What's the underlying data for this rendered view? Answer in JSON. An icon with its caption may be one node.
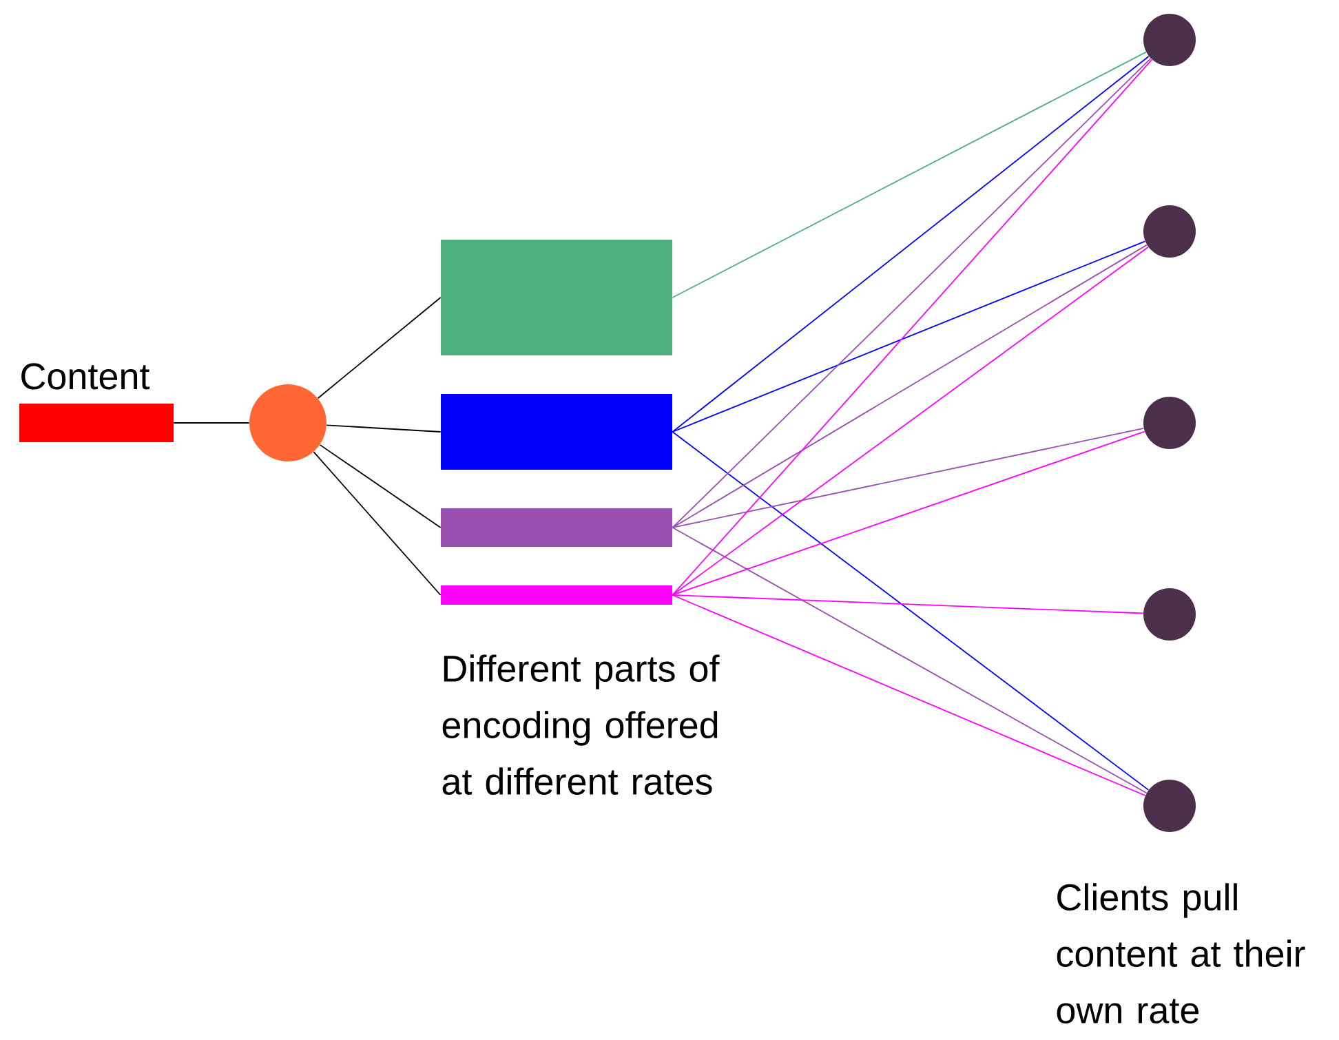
{
  "diagram": {
    "nodes": [
      {
        "text": [
          "Content"
        ]
      },
      {
        "text": [],
        "shape": "circle"
      },
      {
        "text": [],
        "shape": "bar"
      },
      {
        "text": [],
        "shape": "bar"
      },
      {
        "text": [],
        "shape": "bar"
      },
      {
        "text": [],
        "shape": "bar"
      },
      {
        "text": [],
        "shape": "circle"
      },
      {
        "text": [],
        "shape": "circle"
      },
      {
        "text": [],
        "shape": "circle"
      },
      {
        "text": [],
        "shape": "circle"
      },
      {
        "text": [],
        "shape": "circle"
      }
    ],
    "edges": [
      {
        "from": 0,
        "to": 1,
        "arrow": "none"
      },
      {
        "from": 1,
        "to": 2,
        "arrow": "none"
      },
      {
        "from": 1,
        "to": 3,
        "arrow": "none"
      },
      {
        "from": 1,
        "to": 4,
        "arrow": "none"
      },
      {
        "from": 1,
        "to": 5,
        "arrow": "none"
      },
      {
        "from": 2,
        "to": 6,
        "arrow": "none",
        "color": "#4fb082"
      },
      {
        "from": 3,
        "to": 6,
        "arrow": "none",
        "color": "#0000ff"
      },
      {
        "from": 3,
        "to": 7,
        "arrow": "none",
        "color": "#0000ff"
      },
      {
        "from": 3,
        "to": 10,
        "arrow": "none",
        "color": "#0000ff"
      },
      {
        "from": 4,
        "to": 6,
        "arrow": "none",
        "color": "#9a4fb0"
      },
      {
        "from": 4,
        "to": 7,
        "arrow": "none",
        "color": "#9a4fb0"
      },
      {
        "from": 4,
        "to": 8,
        "arrow": "none",
        "color": "#9a4fb0"
      },
      {
        "from": 4,
        "to": 10,
        "arrow": "none",
        "color": "#9a4fb0"
      },
      {
        "from": 5,
        "to": 6,
        "arrow": "none",
        "color": "#ff00ff"
      },
      {
        "from": 5,
        "to": 7,
        "arrow": "none",
        "color": "#ff00ff"
      },
      {
        "from": 5,
        "to": 8,
        "arrow": "none",
        "color": "#ff00ff"
      },
      {
        "from": 5,
        "to": 9,
        "arrow": "none",
        "color": "#ff00ff"
      },
      {
        "from": 5,
        "to": 10,
        "arrow": "none",
        "color": "#ff00ff"
      }
    ],
    "labels": [
      "Different parts of encoding offered at different rates",
      "Clients pull content at their own rate"
    ]
  }
}
